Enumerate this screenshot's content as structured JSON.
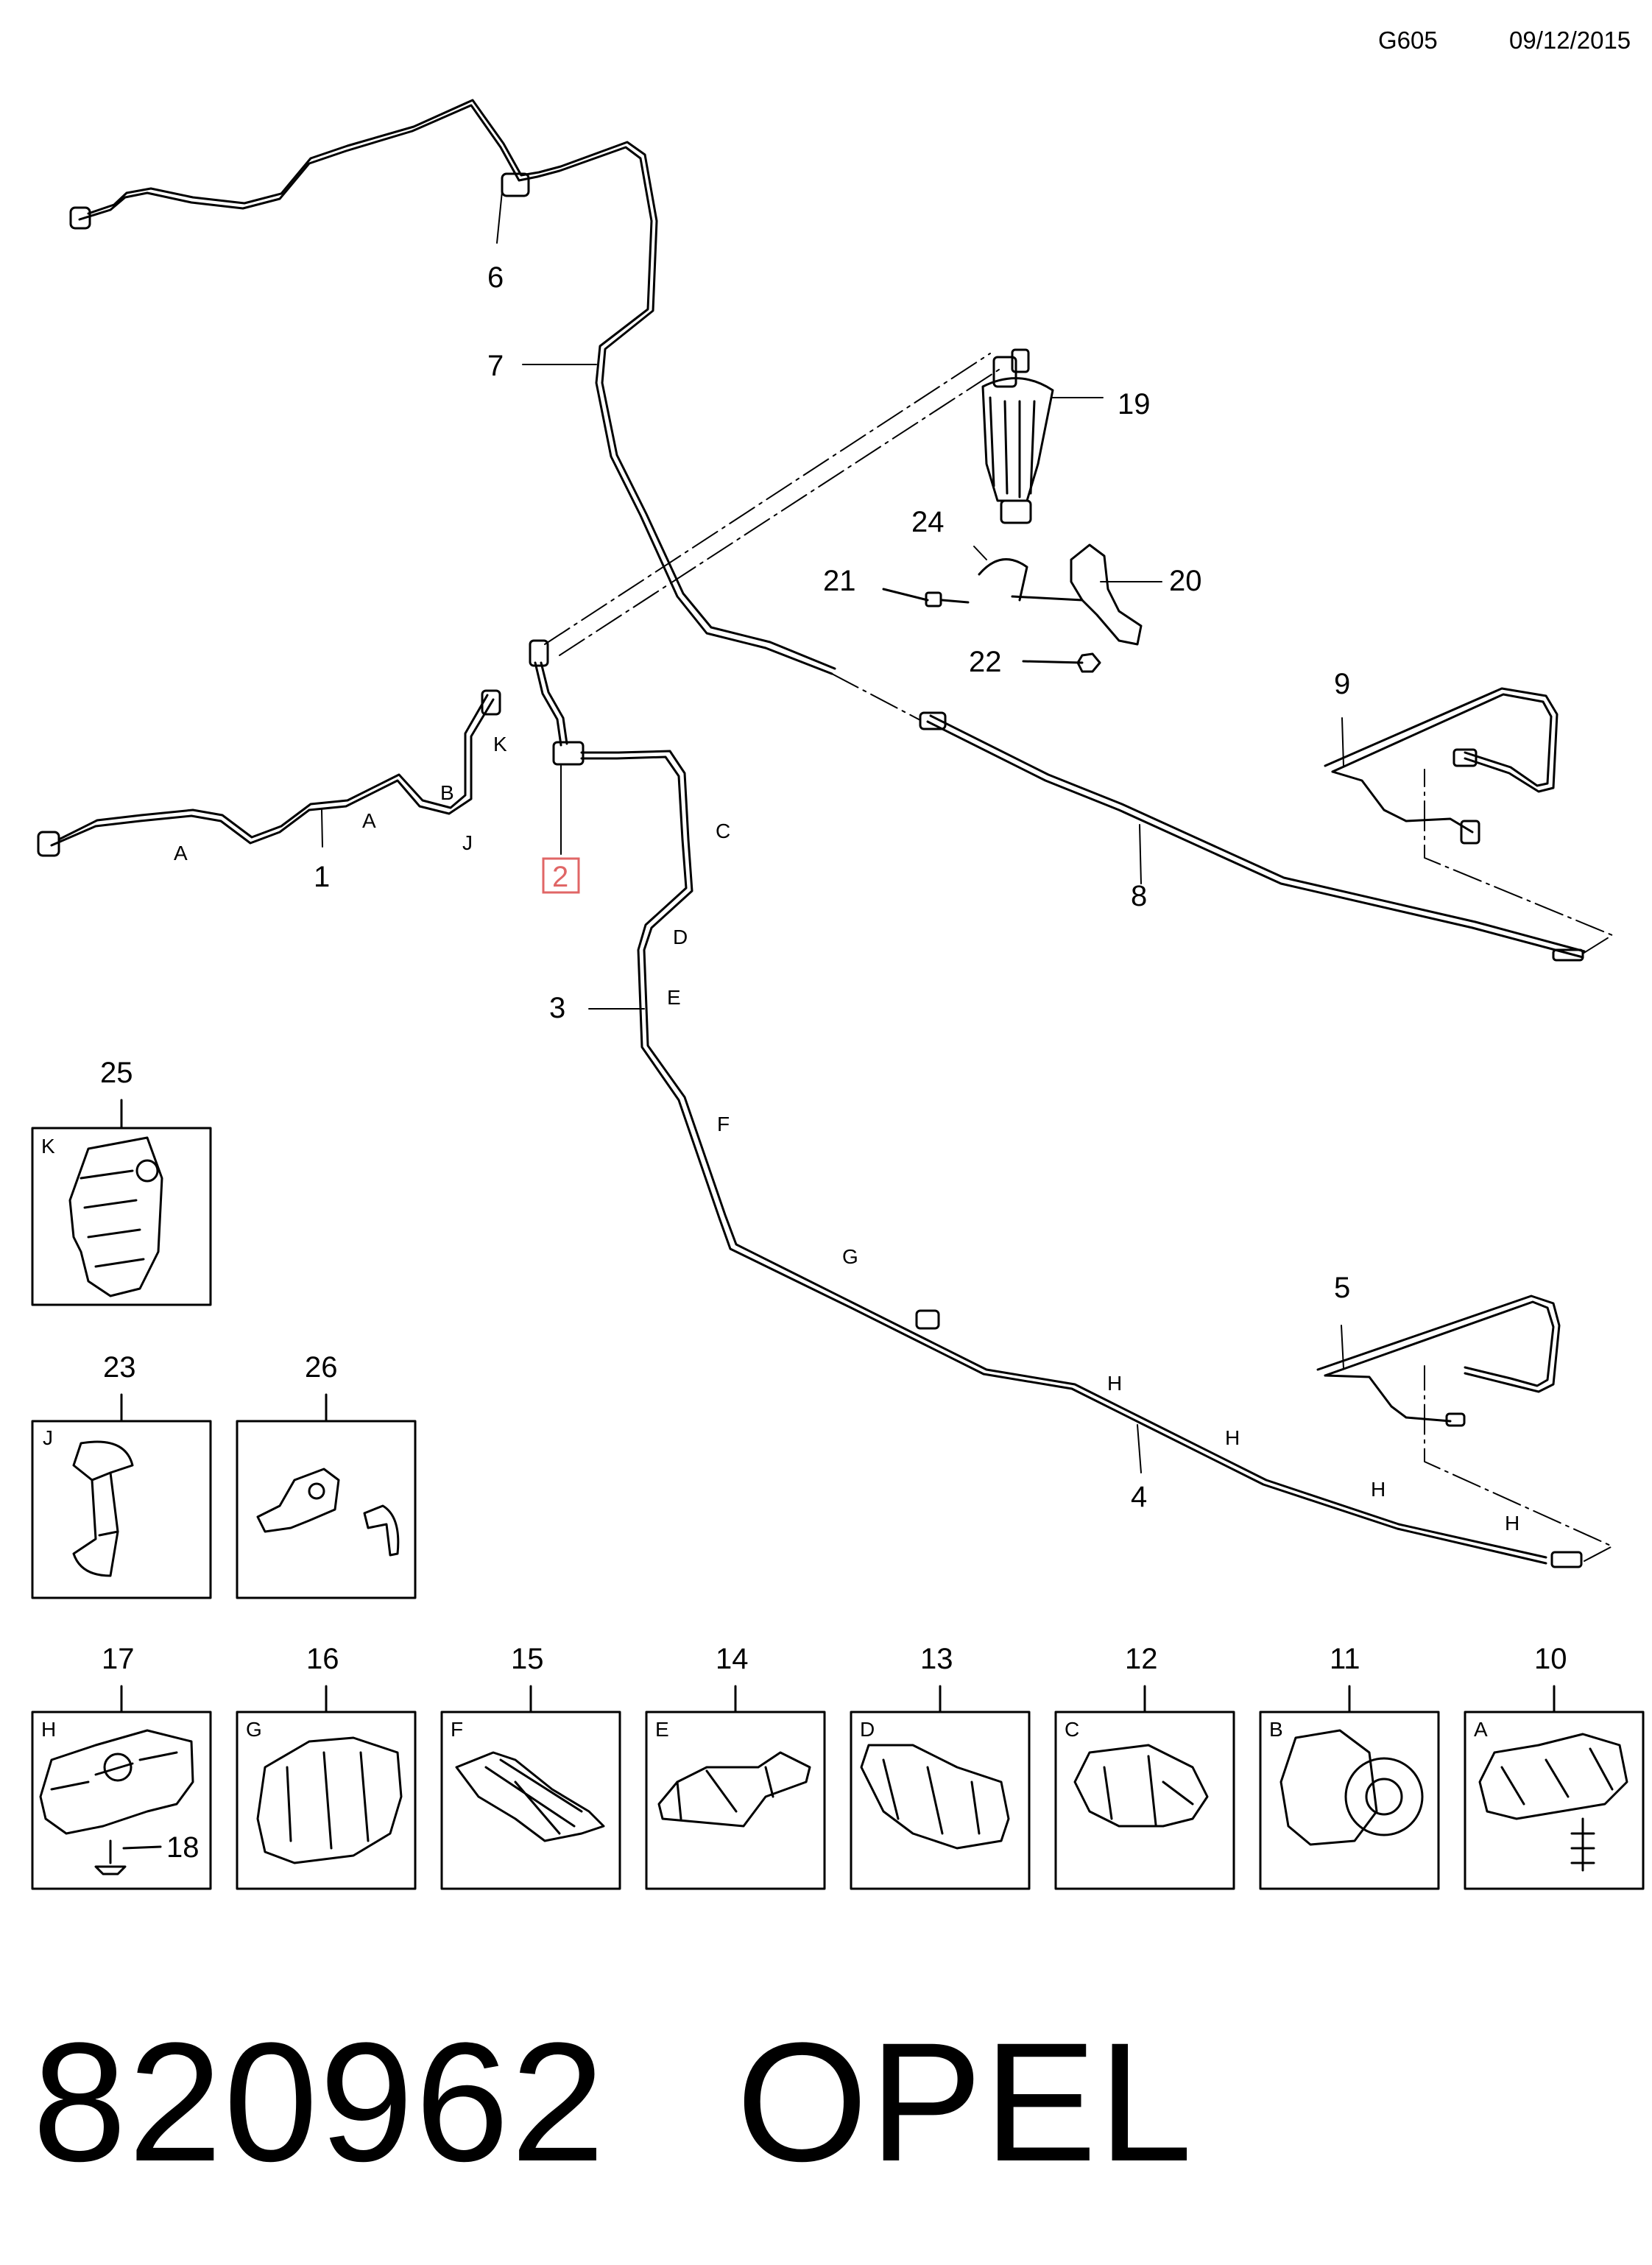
{
  "header": {
    "code": "G605",
    "date": "09/12/2015"
  },
  "footer": {
    "part_number": "820962",
    "brand": "OPEL"
  },
  "colors": {
    "line": "#000000",
    "highlight": "#e06666"
  },
  "callouts": {
    "c1": "1",
    "c2": "2",
    "c3": "3",
    "c4": "4",
    "c5": "5",
    "c6": "6",
    "c7": "7",
    "c8": "8",
    "c9": "9",
    "c19": "19",
    "c20": "20",
    "c21": "21",
    "c22": "22",
    "c24": "24"
  },
  "route_letters": {
    "a1": "A",
    "a2": "A",
    "b": "B",
    "j": "J",
    "k": "K",
    "c": "C",
    "d": "D",
    "e": "E",
    "f": "F",
    "g": "G",
    "h1": "H",
    "h2": "H",
    "h3": "H",
    "h4": "H"
  },
  "clip_boxes": [
    {
      "number": "25",
      "letter": "K"
    },
    {
      "number": "23",
      "letter": "J"
    },
    {
      "number": "26",
      "letter": ""
    },
    {
      "number": "17",
      "letter": "H",
      "extra": "18"
    },
    {
      "number": "16",
      "letter": "G"
    },
    {
      "number": "15",
      "letter": "F"
    },
    {
      "number": "14",
      "letter": "E"
    },
    {
      "number": "13",
      "letter": "D"
    },
    {
      "number": "12",
      "letter": "C"
    },
    {
      "number": "11",
      "letter": "B"
    },
    {
      "number": "10",
      "letter": "A"
    }
  ]
}
